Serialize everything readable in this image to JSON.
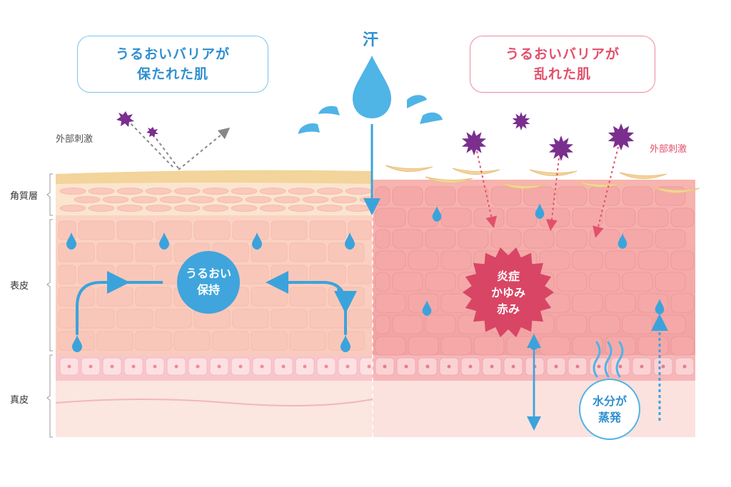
{
  "left_panel": {
    "title_line1": "うるおいバリアが",
    "title_line2": "保たれた肌",
    "external_stimulus": "外部刺激",
    "moisture_badge_line1": "うるおい",
    "moisture_badge_line2": "保持"
  },
  "right_panel": {
    "title_line1": "うるおいバリアが",
    "title_line2": "乱れた肌",
    "external_stimulus": "外部刺激",
    "inflammation_line1": "炎症",
    "inflammation_line2": "かゆみ",
    "inflammation_line3": "赤み",
    "evaporation_line1": "水分が",
    "evaporation_line2": "蒸発"
  },
  "center": {
    "sweat_label": "汗"
  },
  "layers": {
    "stratum_corneum": "角質層",
    "epidermis": "表皮",
    "dermis": "真皮"
  },
  "colors": {
    "blue_accent": "#3ba3dc",
    "pink_accent": "#e2506b",
    "stimulus_purple": "#7a2f8f",
    "healthy_skin": "#f6c6b8",
    "damaged_skin": "#f0a4a4"
  }
}
